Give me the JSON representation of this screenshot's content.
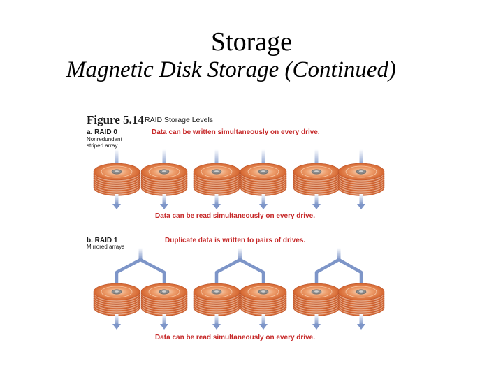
{
  "slide": {
    "title": "Storage",
    "subtitle": "Magnetic Disk Storage (Continued)"
  },
  "figure": {
    "number": "Figure 5.14",
    "caption": "RAID Storage Levels",
    "colors": {
      "arrow": "#7d95c8",
      "caption_red": "#c62828",
      "platter": "#e27a4a",
      "spindle": "#9a9a9a"
    },
    "raid0": {
      "label": "a. RAID 0",
      "sub_lines": [
        "Nonredundant",
        "striped array"
      ],
      "write_caption": "Data can be written simultaneously on every drive.",
      "read_caption": "Data can be read simultaneously on every drive.",
      "drive_count": 6
    },
    "raid1": {
      "label": "b. RAID 1",
      "sub_lines": [
        "Mirrored arrays"
      ],
      "write_caption": "Duplicate data is written to pairs of drives.",
      "read_caption": "Data can be read simultaneously on every drive.",
      "drive_count": 6
    }
  }
}
